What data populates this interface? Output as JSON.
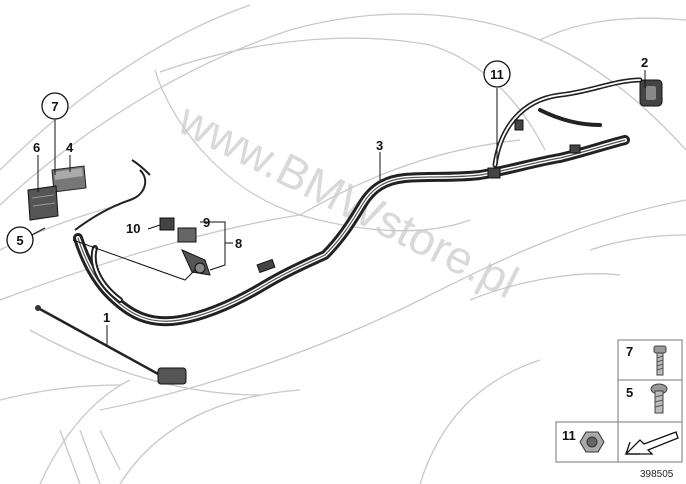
{
  "callouts": {
    "c1": "1",
    "c2": "2",
    "c3": "3",
    "c4": "4",
    "c5": "5",
    "c6": "6",
    "c7": "7",
    "c8": "8",
    "c9": "9",
    "c10": "10",
    "c11": "11"
  },
  "legend": {
    "item_7": "7",
    "item_5": "5",
    "item_11": "11"
  },
  "watermark": "www.BMWstore.pl",
  "document_number": "398505"
}
